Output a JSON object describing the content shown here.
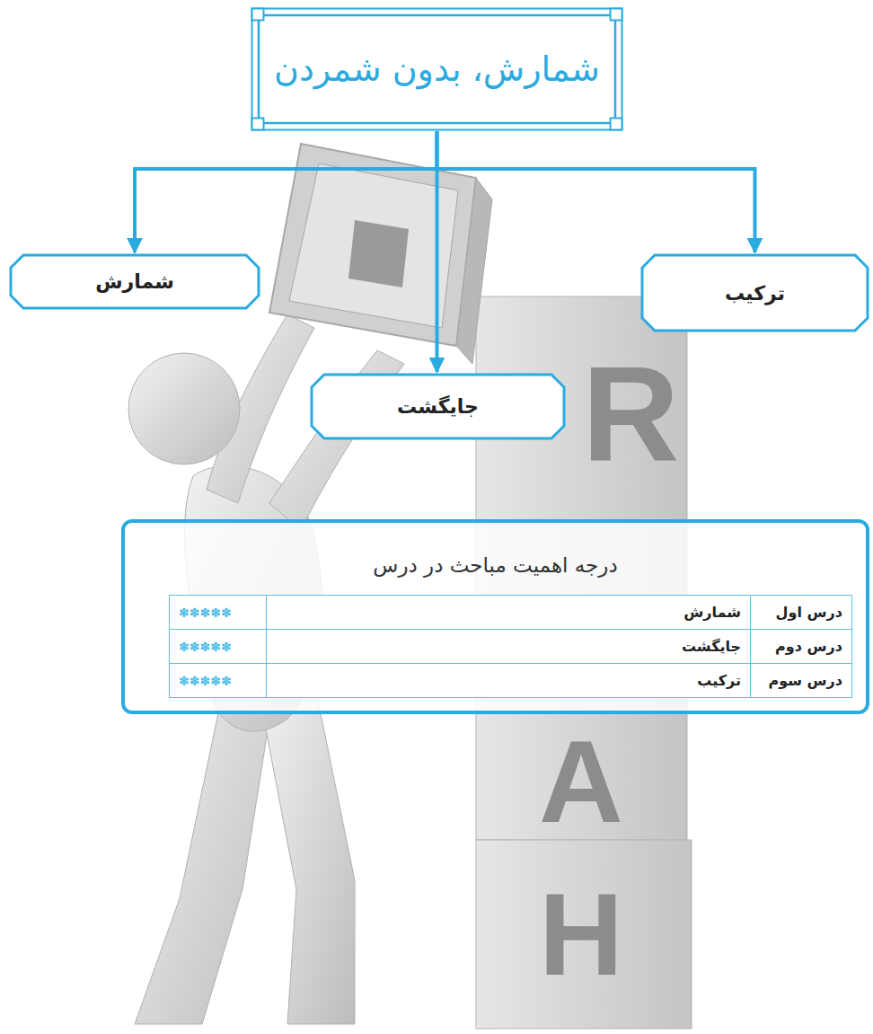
{
  "diagram": {
    "nodes": [
      {
        "text": [
          "شمارش، بدون شمردن"
        ]
      },
      {
        "text": [
          "ترکیب"
        ]
      },
      {
        "text": [
          "شمارش"
        ]
      },
      {
        "text": [
          "جایگشت"
        ]
      },
      {
        "text": [
          "درجه اهمیت مباحث در درس"
        ]
      }
    ],
    "edges": [
      {
        "from": 0,
        "to": 1,
        "arrow": "to"
      },
      {
        "from": 0,
        "to": 2,
        "arrow": "to"
      },
      {
        "from": 0,
        "to": 3,
        "arrow": "to"
      }
    ],
    "labels": [
      "درس اول",
      "شمارش",
      "✽✽✽✽✽",
      "درس دوم",
      "جایگشت",
      "✽✽✽✽✽",
      "درس سوم",
      "ترکیب",
      "✽✽✽✽✽",
      "R",
      "A",
      "H"
    ]
  }
}
